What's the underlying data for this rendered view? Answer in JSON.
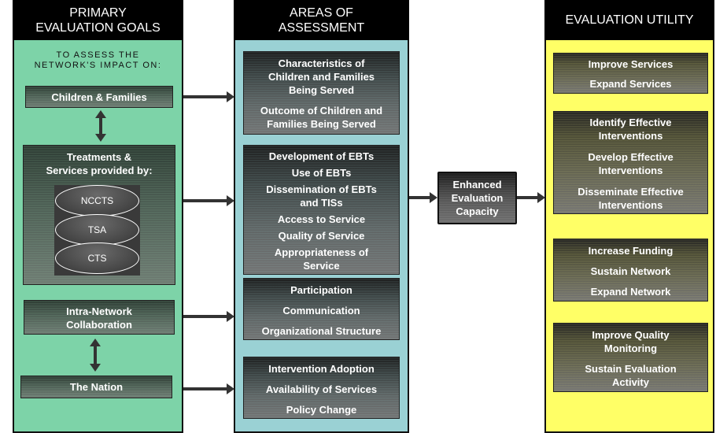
{
  "colors": {
    "goals_bg": "#7dd3a8",
    "assessment_bg": "#9ad1d4",
    "utility_bg": "#ffff66",
    "header_bg": "#000000",
    "arrow": "#333333"
  },
  "goals": {
    "title_line1": "PRIMARY",
    "title_line2": "EVALUATION GOALS",
    "intro_line1": "TO ASSESS THE",
    "intro_line2": "NETWORK'S IMPACT ON:",
    "children_families": "Children & Families",
    "treatments_line1": "Treatments &",
    "treatments_line2": "Services provided by:",
    "providers": [
      "NCCTS",
      "TSA",
      "CTS"
    ],
    "intra_network_line1": "Intra-Network",
    "intra_network_line2": "Collaboration",
    "nation": "The Nation"
  },
  "assessment": {
    "title_line1": "AREAS OF",
    "title_line2": "ASSESSMENT",
    "group1": [
      [
        "Characteristics of",
        "Children and Families",
        "Being Served"
      ],
      [
        "Outcome of Children and",
        "Families Being Served"
      ]
    ],
    "group2": [
      [
        "Development of EBTs"
      ],
      [
        "Use of EBTs"
      ],
      [
        "Dissemination of EBTs",
        "and TISs"
      ],
      [
        "Access to Service"
      ],
      [
        "Quality of Service"
      ],
      [
        "Appropriateness of",
        "Service"
      ]
    ],
    "group3": [
      [
        "Participation"
      ],
      [
        "Communication"
      ],
      [
        "Organizational Structure"
      ]
    ],
    "group4": [
      [
        "Intervention Adoption"
      ],
      [
        "Availability of Services"
      ],
      [
        "Policy Change"
      ]
    ]
  },
  "center": {
    "line1": "Enhanced",
    "line2": "Evaluation",
    "line3": "Capacity"
  },
  "utility": {
    "title": "EVALUATION UTILITY",
    "group1": [
      [
        "Improve Services"
      ],
      [
        "Expand Services"
      ]
    ],
    "group2": [
      [
        "Identify Effective",
        "Interventions"
      ],
      [
        "Develop Effective",
        "Interventions"
      ],
      [
        "Disseminate Effective",
        "Interventions"
      ]
    ],
    "group3": [
      [
        "Increase Funding"
      ],
      [
        "Sustain Network"
      ],
      [
        "Expand Network"
      ]
    ],
    "group4": [
      [
        "Improve Quality",
        "Monitoring"
      ],
      [
        "Sustain Evaluation",
        "Activity"
      ]
    ]
  }
}
